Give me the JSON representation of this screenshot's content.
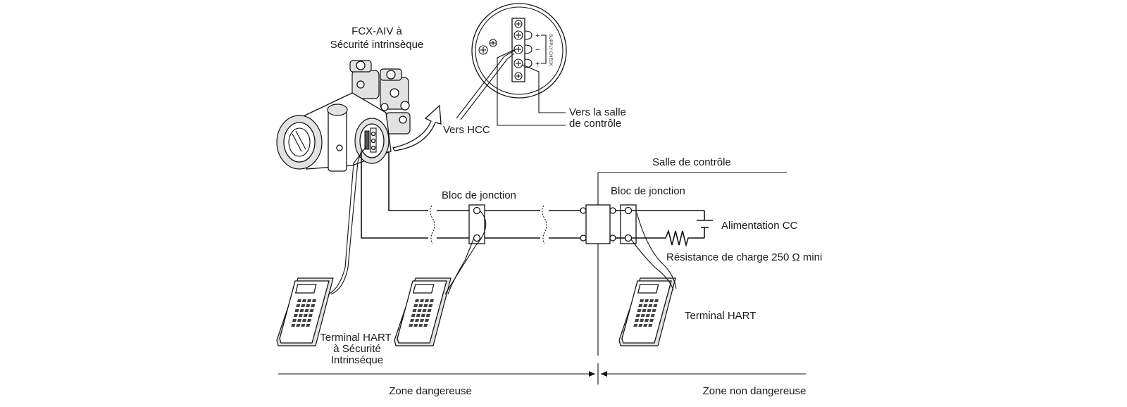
{
  "labels": {
    "device_title_line1": "FCX-AIV à",
    "device_title_line2": "Sécurité intrinsèque",
    "to_hcc": "Vers HCC",
    "to_control_room_line1": "Vers la salle",
    "to_control_room_line2": "de contrôle",
    "control_room": "Salle de contrôle",
    "junction_block_field": "Bloc de jonction",
    "junction_block_room": "Bloc de jonction",
    "dc_supply": "Alimentation CC",
    "load_resistor": "Résistance de charge 250 Ω mini",
    "hart_terminal_room": "Terminal HART",
    "hart_is_line1": "Terminal HART",
    "hart_is_line2": "à Sécurité",
    "hart_is_line3": "Intrinséque",
    "hazardous_zone": "Zone dangereuse",
    "safe_zone": "Zone non dangereuse",
    "supply_check": "SUPPLY CHECK",
    "plus": "+",
    "minus": "−"
  }
}
